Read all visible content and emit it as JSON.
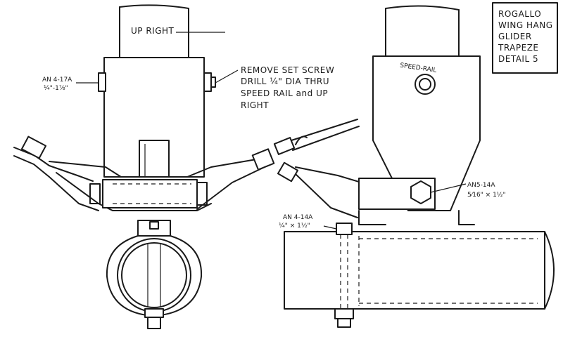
{
  "title_box": {
    "line1": "ROGALLO",
    "line2": "WING HANG",
    "line3": "GLIDER",
    "line4": "TRAPEZE",
    "line5": "DETAIL  5"
  },
  "left_view": {
    "upright_label": "UP RIGHT",
    "bolt_label": "AN 4-17A",
    "bolt_size": "¼\"-1⅞\"",
    "note_line1": "REMOVE SET SCREW",
    "note_line2": "DRILL  ¼\" DIA THRU",
    "note_line3": "SPEED RAIL and UP",
    "note_line4": "RIGHT"
  },
  "right_view": {
    "speed_rail_label": "SPEED-RAIL",
    "bolt_label": "AN5-14A",
    "bolt_size": "5⁄16\" × 1½\"",
    "bottom_bolt_label": "AN 4-14A",
    "bottom_bolt_size": "¼\" × 1½\""
  }
}
